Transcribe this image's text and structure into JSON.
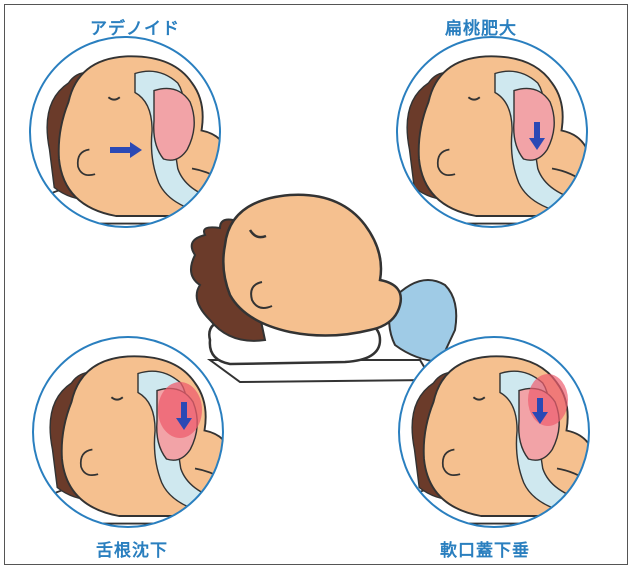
{
  "labels": {
    "top_left": "アデノイド",
    "top_right": "扁桃肥大",
    "bottom_left": "舌根沈下",
    "bottom_right": "軟口蓋下垂"
  },
  "colors": {
    "skin": "#f5c08f",
    "hair": "#6b3b2a",
    "airway": "#cfe8ef",
    "tongue": "#f2a3a7",
    "arrow": "#2b49b5",
    "circle": "#2a7fbf",
    "pillow": "#ffffff",
    "shirt": "#9fcbe6",
    "label": "#2a7fbf"
  },
  "icons": {
    "arrow": "arrow-icon"
  }
}
